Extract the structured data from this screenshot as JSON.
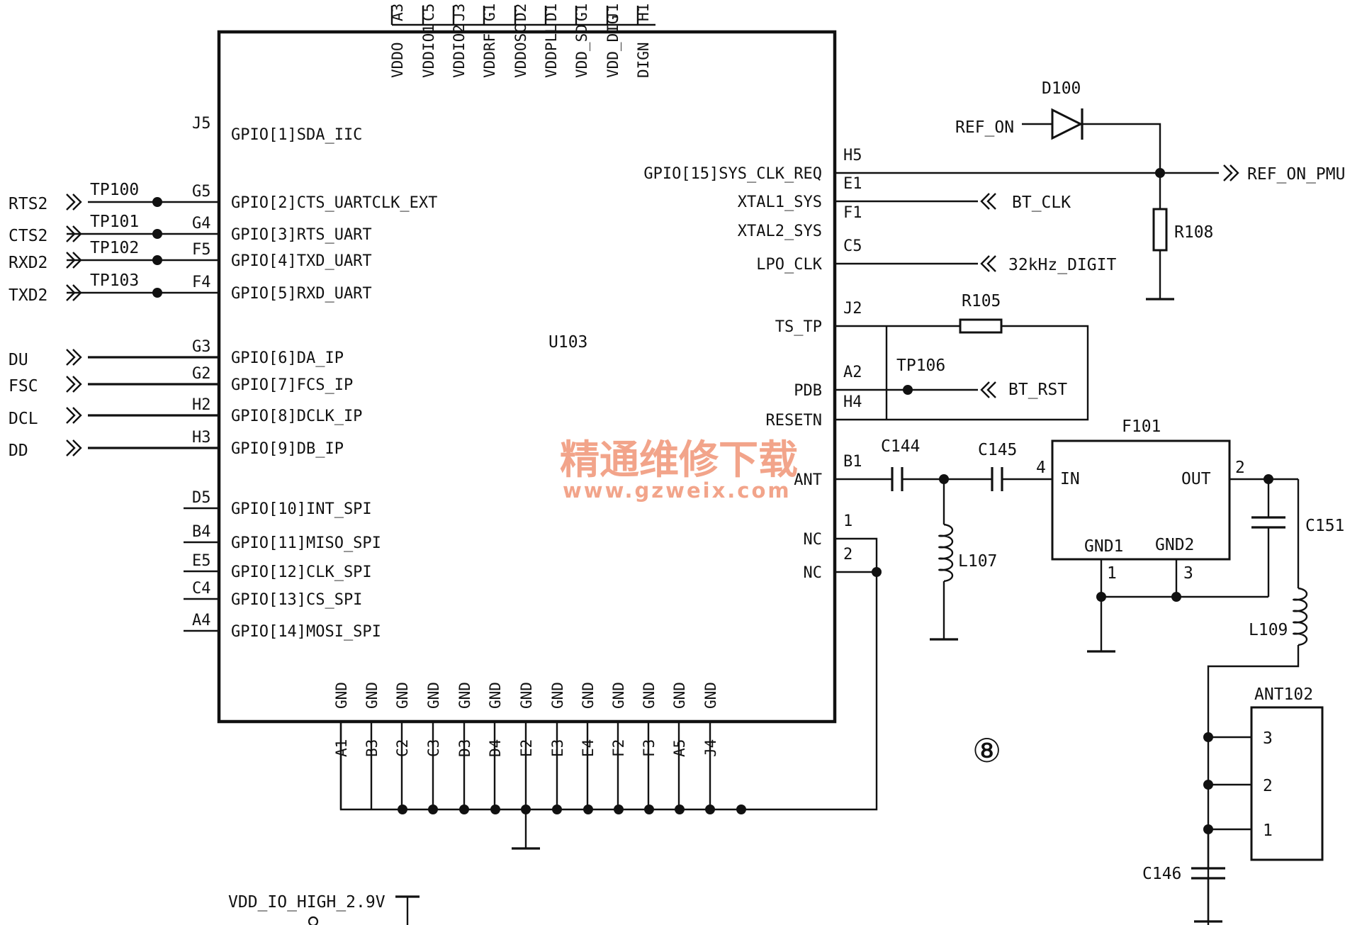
{
  "ic": {
    "ref": "U103",
    "left_pins": [
      {
        "pin": "J5",
        "name": "GPIO[1]SDA_IIC"
      },
      {
        "pin": "G5",
        "name": "GPIO[2]CTS_UARTCLK_EXT"
      },
      {
        "pin": "G4",
        "name": "GPIO[3]RTS_UART"
      },
      {
        "pin": "F5",
        "name": "GPIO[4]TXD_UART"
      },
      {
        "pin": "F4",
        "name": "GPIO[5]RXD_UART"
      },
      {
        "pin": "G3",
        "name": "GPIO[6]DA_IP"
      },
      {
        "pin": "G2",
        "name": "GPIO[7]FCS_IP"
      },
      {
        "pin": "H2",
        "name": "GPIO[8]DCLK_IP"
      },
      {
        "pin": "H3",
        "name": "GPIO[9]DB_IP"
      },
      {
        "pin": "D5",
        "name": "GPIO[10]INT_SPI"
      },
      {
        "pin": "B4",
        "name": "GPIO[11]MISO_SPI"
      },
      {
        "pin": "E5",
        "name": "GPIO[12]CLK_SPI"
      },
      {
        "pin": "C4",
        "name": "GPIO[13]CS_SPI"
      },
      {
        "pin": "A4",
        "name": "GPIO[14]MOSI_SPI"
      }
    ],
    "top_pins": [
      {
        "pin": "A3",
        "name": "VDDO"
      },
      {
        "pin": "C5",
        "name": "VDDIO1"
      },
      {
        "pin": "J3",
        "name": "VDDIO2"
      },
      {
        "pin": "G1",
        "name": "VDDRF"
      },
      {
        "pin": "D2",
        "name": "VDDOSC"
      },
      {
        "pin": "D1",
        "name": "VDDPLL"
      },
      {
        "pin": "G1",
        "name": "VDD_SD"
      },
      {
        "pin": "J1",
        "name": "VDD_DIG"
      },
      {
        "pin": "H1",
        "name": "DIGN"
      }
    ],
    "right_pins": [
      {
        "pin": "H5",
        "name": "GPIO[15]SYS_CLK_REQ"
      },
      {
        "pin": "E1",
        "name": "XTAL1_SYS"
      },
      {
        "pin": "F1",
        "name": "XTAL2_SYS"
      },
      {
        "pin": "C5",
        "name": "LPO_CLK"
      },
      {
        "pin": "J2",
        "name": "TS_TP"
      },
      {
        "pin": "A2",
        "name": "PDB"
      },
      {
        "pin": "H4",
        "name": "RESETN"
      },
      {
        "pin": "B1",
        "name": "ANT"
      },
      {
        "pin": "1",
        "name": "NC"
      },
      {
        "pin": "2",
        "name": "NC"
      }
    ],
    "gnd_label": "GND",
    "bottom_pins": [
      "A1",
      "B3",
      "C2",
      "C3",
      "D3",
      "D4",
      "E2",
      "E3",
      "E4",
      "F2",
      "F3",
      "A5",
      "J4"
    ]
  },
  "left_nets": [
    {
      "net": "RTS2",
      "tp": "TP100"
    },
    {
      "net": "CTS2",
      "tp": "TP101"
    },
    {
      "net": "RXD2",
      "tp": "TP102"
    },
    {
      "net": "TXD2",
      "tp": "TP103"
    },
    {
      "net": "DU",
      "tp": ""
    },
    {
      "net": "FSC",
      "tp": ""
    },
    {
      "net": "DCL",
      "tp": ""
    },
    {
      "net": "DD",
      "tp": ""
    }
  ],
  "right_nets": {
    "ref_on": "REF_ON",
    "ref_on_pmu": "REF_ON_PMU",
    "bt_clk": "BT_CLK",
    "clk32": "32kHz_DIGIT",
    "bt_rst": "BT_RST",
    "vdd_io": "VDD_IO_HIGH_2.9V"
  },
  "components": {
    "d100": "D100",
    "r108": "R108",
    "r105": "R105",
    "tp106": "TP106",
    "c144": "C144",
    "c145": "C145",
    "l107": "L107",
    "f101": "F101",
    "f101_in": "IN",
    "f101_out": "OUT",
    "f101_gnd1": "GND1",
    "f101_gnd2": "GND2",
    "f101_pin_in": "4",
    "f101_pin_out": "2",
    "f101_pin_g1": "1",
    "f101_pin_g2": "3",
    "c151": "C151",
    "l109": "L109",
    "ant102": "ANT102",
    "ant_pins": [
      "3",
      "2",
      "1"
    ],
    "c146": "C146"
  },
  "figure_number": "⑧",
  "watermark": {
    "cn": "精通维修下载",
    "url": "www.gzweix.com"
  }
}
